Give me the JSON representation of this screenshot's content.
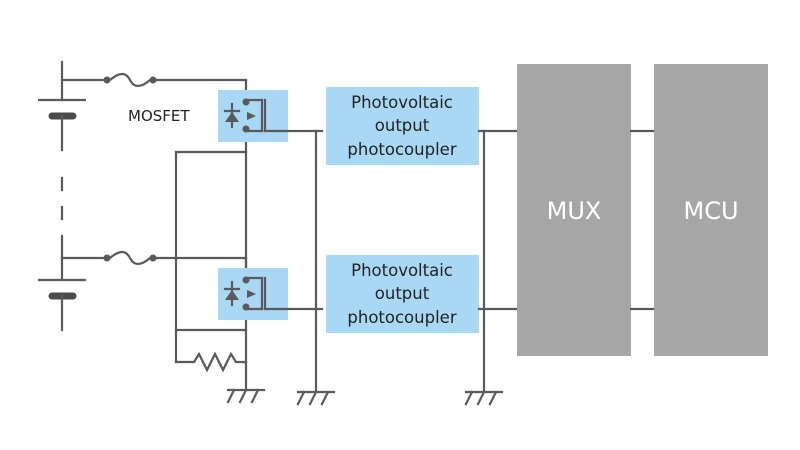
{
  "labels": {
    "mosfet": "MOSFET",
    "photocoupler_top": [
      "Photovoltaic",
      "output",
      "photocoupler"
    ],
    "photocoupler_bottom": [
      "Photovoltaic",
      "output",
      "photocoupler"
    ],
    "mux": "MUX",
    "mcu": "MCU"
  },
  "colors": {
    "wire": "#5a5a5a",
    "photocoupler_fill": "#a9d8f5",
    "block_fill": "#a6a6a6",
    "block_text": "#ffffff"
  }
}
